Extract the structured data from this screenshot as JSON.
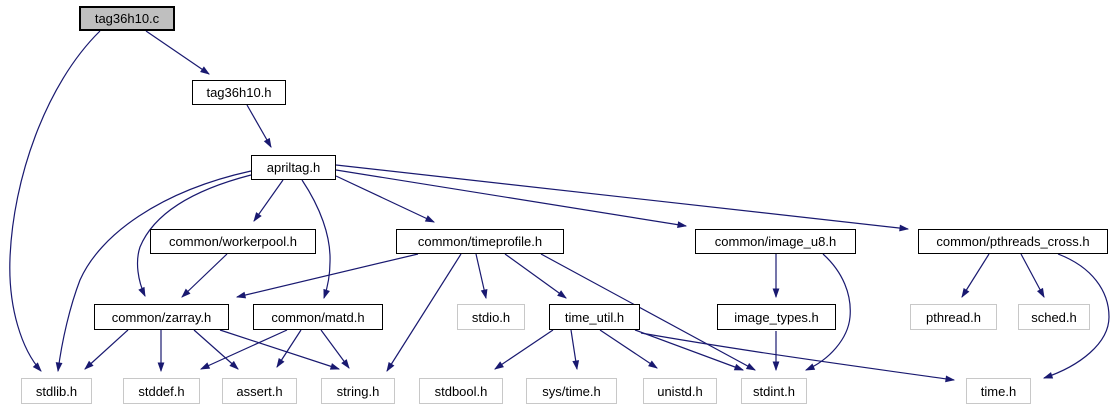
{
  "graph": {
    "kind": "include-dependency-graph",
    "root_file": "tag36h10.c",
    "colors": {
      "edge": "#191970",
      "project_node_border": "#000000",
      "external_node_border": "#c8c8c8",
      "root_node_fill": "#bfbfbf",
      "node_fill": "#ffffff",
      "text": "#000000"
    },
    "nodes": [
      {
        "label": "tag36h10.c",
        "type": "root-source"
      },
      {
        "label": "tag36h10.h",
        "type": "project-header"
      },
      {
        "label": "apriltag.h",
        "type": "project-header"
      },
      {
        "label": "common/workerpool.h",
        "type": "project-header"
      },
      {
        "label": "common/timeprofile.h",
        "type": "project-header"
      },
      {
        "label": "common/image_u8.h",
        "type": "project-header"
      },
      {
        "label": "common/pthreads_cross.h",
        "type": "project-header"
      },
      {
        "label": "common/zarray.h",
        "type": "project-header"
      },
      {
        "label": "common/matd.h",
        "type": "project-header"
      },
      {
        "label": "stdio.h",
        "type": "external-header"
      },
      {
        "label": "time_util.h",
        "type": "project-header"
      },
      {
        "label": "image_types.h",
        "type": "project-header"
      },
      {
        "label": "pthread.h",
        "type": "external-header"
      },
      {
        "label": "sched.h",
        "type": "external-header"
      },
      {
        "label": "stdlib.h",
        "type": "external-header"
      },
      {
        "label": "stddef.h",
        "type": "external-header"
      },
      {
        "label": "assert.h",
        "type": "external-header"
      },
      {
        "label": "string.h",
        "type": "external-header"
      },
      {
        "label": "stdbool.h",
        "type": "external-header"
      },
      {
        "label": "sys/time.h",
        "type": "external-header"
      },
      {
        "label": "unistd.h",
        "type": "external-header"
      },
      {
        "label": "stdint.h",
        "type": "external-header"
      },
      {
        "label": "time.h",
        "type": "external-header"
      }
    ],
    "edges": [
      {
        "from": "tag36h10.c",
        "to": "tag36h10.h"
      },
      {
        "from": "tag36h10.c",
        "to": "stdlib.h"
      },
      {
        "from": "tag36h10.h",
        "to": "apriltag.h"
      },
      {
        "from": "apriltag.h",
        "to": "common/workerpool.h"
      },
      {
        "from": "apriltag.h",
        "to": "common/zarray.h"
      },
      {
        "from": "apriltag.h",
        "to": "stdlib.h"
      },
      {
        "from": "apriltag.h",
        "to": "common/matd.h"
      },
      {
        "from": "apriltag.h",
        "to": "common/timeprofile.h"
      },
      {
        "from": "apriltag.h",
        "to": "common/image_u8.h"
      },
      {
        "from": "apriltag.h",
        "to": "common/pthreads_cross.h"
      },
      {
        "from": "common/workerpool.h",
        "to": "common/zarray.h"
      },
      {
        "from": "common/timeprofile.h",
        "to": "common/zarray.h"
      },
      {
        "from": "common/timeprofile.h",
        "to": "stdio.h"
      },
      {
        "from": "common/timeprofile.h",
        "to": "time_util.h"
      },
      {
        "from": "common/timeprofile.h",
        "to": "string.h"
      },
      {
        "from": "common/timeprofile.h",
        "to": "stdint.h"
      },
      {
        "from": "common/zarray.h",
        "to": "stdlib.h"
      },
      {
        "from": "common/zarray.h",
        "to": "stddef.h"
      },
      {
        "from": "common/zarray.h",
        "to": "assert.h"
      },
      {
        "from": "common/zarray.h",
        "to": "string.h"
      },
      {
        "from": "common/matd.h",
        "to": "stddef.h"
      },
      {
        "from": "common/matd.h",
        "to": "assert.h"
      },
      {
        "from": "common/matd.h",
        "to": "string.h"
      },
      {
        "from": "time_util.h",
        "to": "stdbool.h"
      },
      {
        "from": "time_util.h",
        "to": "sys/time.h"
      },
      {
        "from": "time_util.h",
        "to": "unistd.h"
      },
      {
        "from": "time_util.h",
        "to": "stdint.h"
      },
      {
        "from": "time_util.h",
        "to": "time.h"
      },
      {
        "from": "common/image_u8.h",
        "to": "image_types.h"
      },
      {
        "from": "common/image_u8.h",
        "to": "stdint.h"
      },
      {
        "from": "image_types.h",
        "to": "stdint.h"
      },
      {
        "from": "common/pthreads_cross.h",
        "to": "pthread.h"
      },
      {
        "from": "common/pthreads_cross.h",
        "to": "sched.h"
      },
      {
        "from": "common/pthreads_cross.h",
        "to": "time.h"
      }
    ]
  }
}
